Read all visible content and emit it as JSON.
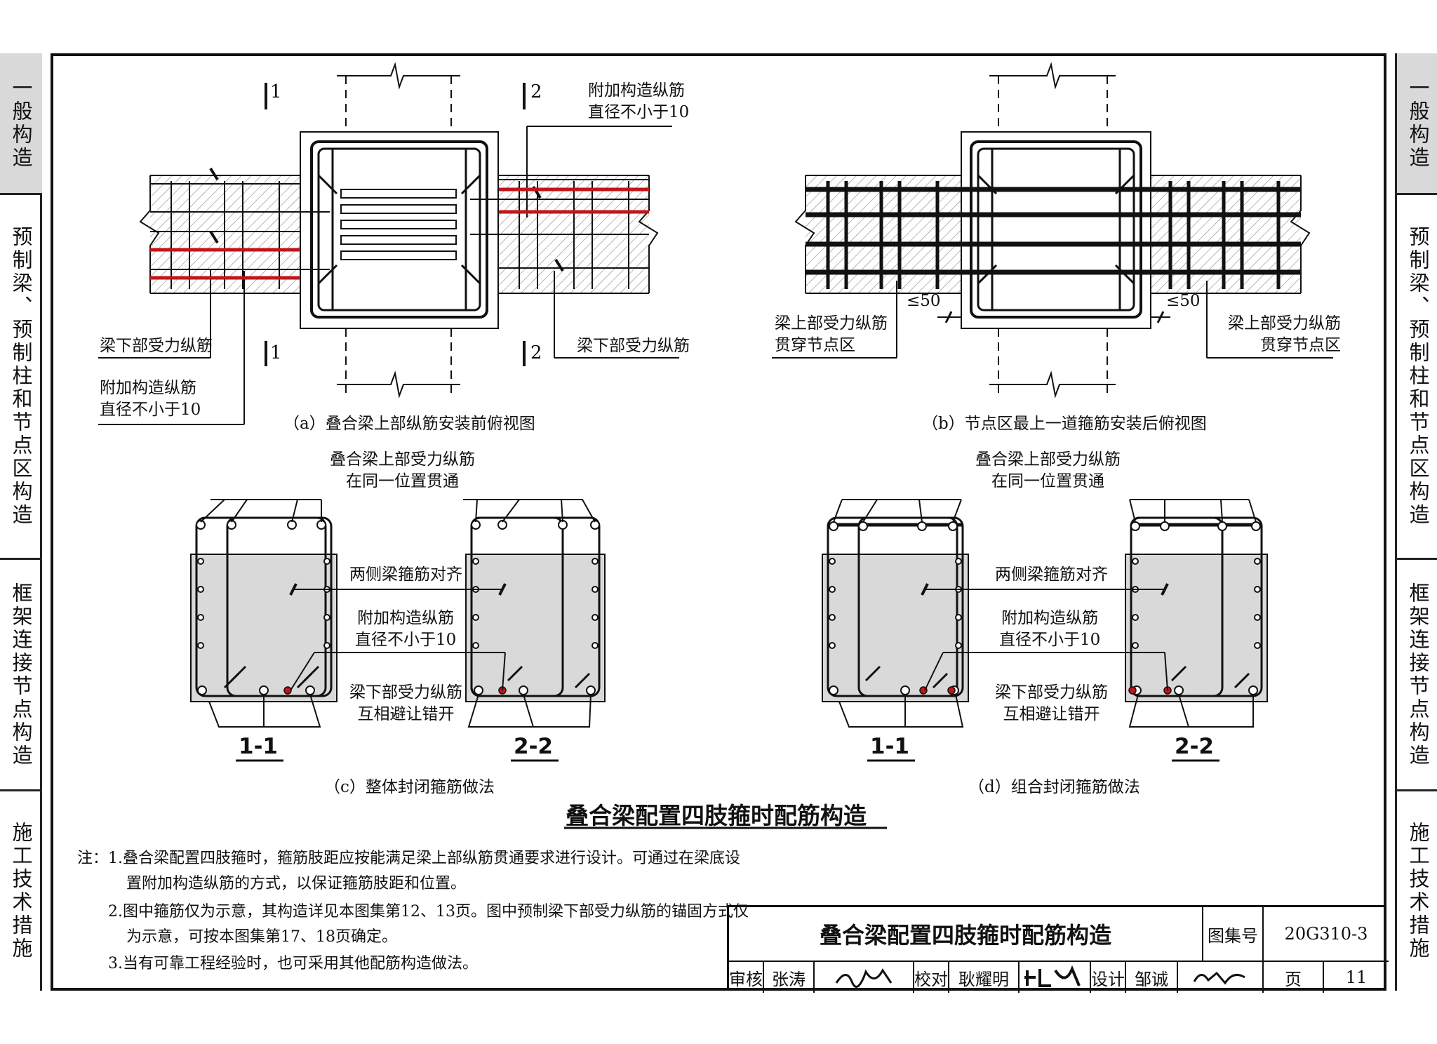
{
  "side_tabs": [
    {
      "label": "一般构造",
      "active": true
    },
    {
      "label": "预制梁、预制柱和节点区构造",
      "active": false
    },
    {
      "label": "框架连接节点构造",
      "active": false
    },
    {
      "label": "施工技术措施",
      "active": false
    }
  ],
  "diagrams": {
    "a": {
      "caption": "（a）叠合梁上部纵筋安装前俯视图",
      "section_marks": [
        "1",
        "1",
        "2",
        "2"
      ],
      "labels": {
        "add_long_top": "附加构造纵筋\n直径不小于10",
        "bottom_left": "梁下部受力纵筋",
        "bottom_right": "梁下部受力纵筋",
        "add_long_bottom": "附加构造纵筋\n直径不小于10"
      }
    },
    "b": {
      "caption": "（b）节点区最上一道箍筋安装后俯视图",
      "dim_left": "≤50",
      "dim_right": "≤50",
      "labels": {
        "left": "梁上部受力纵筋\n贯穿节点区",
        "right": "梁上部受力纵筋\n贯穿节点区"
      }
    },
    "c": {
      "caption": "（c）整体封闭箍筋做法",
      "top_label": "叠合梁上部受力纵筋\n在同一位置贯通",
      "mid_label_1": "两侧梁箍筋对齐",
      "mid_label_2": "附加构造纵筋\n直径不小于10",
      "mid_label_3": "梁下部受力纵筋\n互相避让错开",
      "section_left": "1-1",
      "section_right": "2-2"
    },
    "d": {
      "caption": "（d）组合封闭箍筋做法",
      "top_label": "叠合梁上部受力纵筋\n在同一位置贯通",
      "mid_label_1": "两侧梁箍筋对齐",
      "mid_label_2": "附加构造纵筋\n直径不小于10",
      "mid_label_3": "梁下部受力纵筋\n互相避让错开",
      "section_left": "1-1",
      "section_right": "2-2"
    }
  },
  "main_title": "叠合梁配置四肢箍时配筋构造",
  "notes": {
    "prefix": "注：",
    "lines": [
      "1.叠合梁配置四肢箍时，箍筋肢距应按能满足梁上部纵筋贯通要求进行设计。可通过在梁底设",
      "置附加构造纵筋的方式，以保证箍筋肢距和位置。",
      "2.图中箍筋仅为示意，其构造详见本图集第12、13页。图中预制梁下部受力纵筋的锚固方式仅",
      "为示意，可按本图集第17、18页确定。",
      "3.当有可靠工程经验时，也可采用其他配筋构造做法。"
    ]
  },
  "title_block": {
    "title": "叠合梁配置四肢箍时配筋构造",
    "atlas_label": "图集号",
    "atlas_no": "20G310-3",
    "review_label": "审核",
    "reviewer": "张涛",
    "check_label": "校对",
    "checker": "耿耀明",
    "design_label": "设计",
    "designer": "邹诚",
    "page_label": "页",
    "page_no": "11"
  },
  "colors": {
    "line": "#111111",
    "red_bar": "#c0161b",
    "concrete": "#d9d9d9",
    "active_tab": "#d9d9d9"
  }
}
